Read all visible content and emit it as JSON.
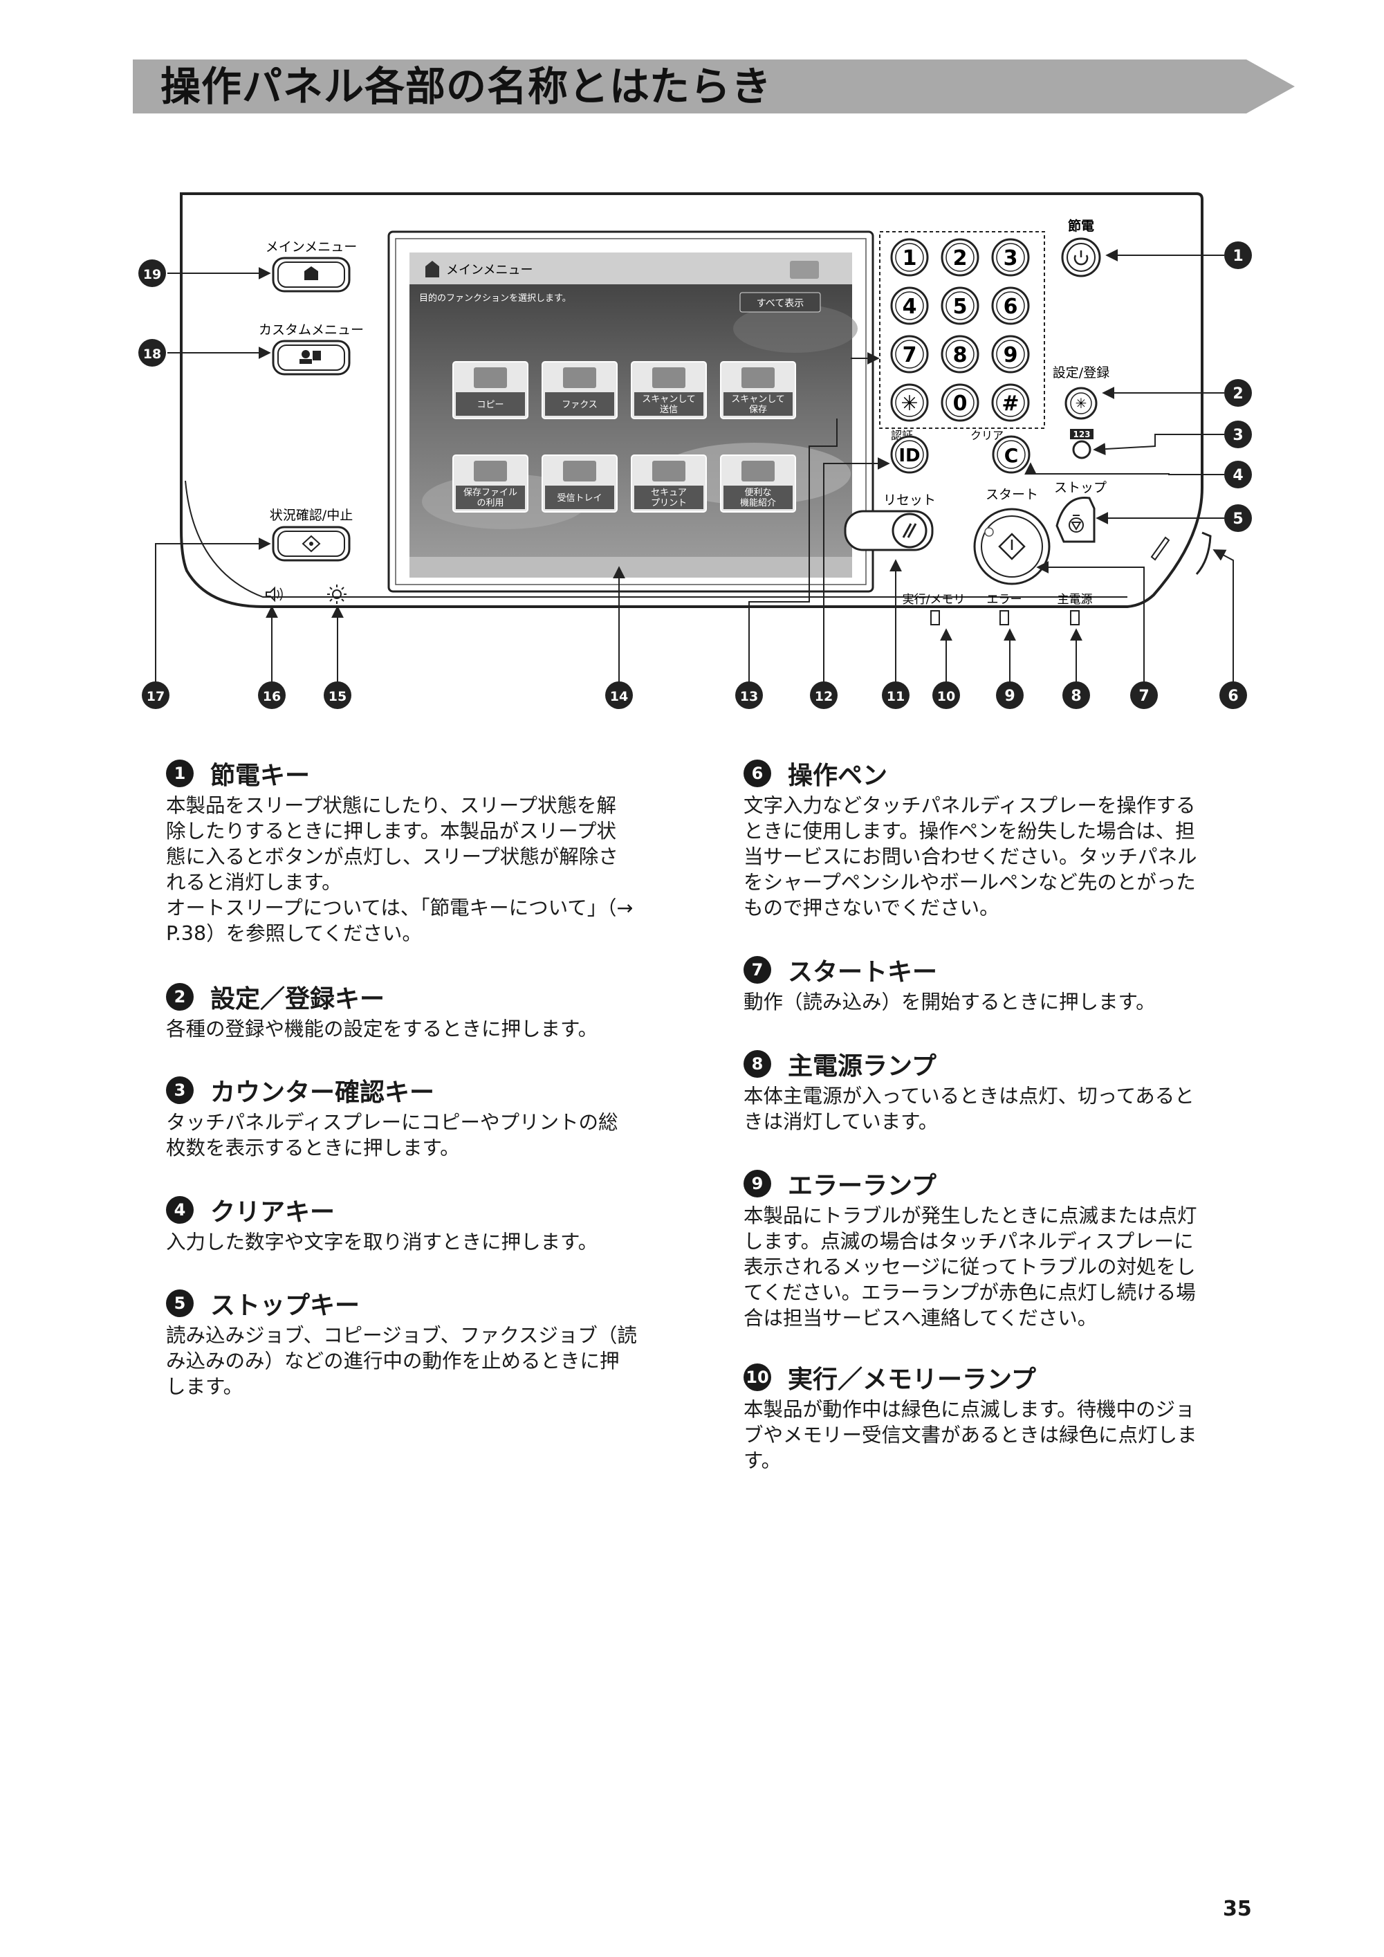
{
  "page_title": "操作パネル各部の名称とはたらき",
  "page_number": "35",
  "panel": {
    "main_menu_label": "メインメニュー",
    "custom_menu_label": "カスタムメニュー",
    "status_label": "状況確認/中止",
    "screen_title": "メインメニュー",
    "screen_subtitle": "目的のファンクションを選択します。",
    "show_all": "すべて表示",
    "tiles_row1": [
      "コピー",
      "ファクス",
      "スキャンして\n送信",
      "スキャンして\n保存"
    ],
    "tiles_row2": [
      "保存ファイル\nの利用",
      "受信トレイ",
      "セキュア\nプリント",
      "便利な\n機能紹介"
    ],
    "keypad": [
      "1",
      "2",
      "3",
      "4",
      "5",
      "6",
      "7",
      "8",
      "9",
      "✳",
      "0",
      "#"
    ],
    "power_label": "節電",
    "settings_label": "設定/登録",
    "counter_label": "123",
    "id_label": "認証",
    "id_key": "ID",
    "clear_label": "クリア",
    "clear_key": "C",
    "reset_label": "リセット",
    "start_label": "スタート",
    "stop_label": "ストップ",
    "lamp_labels": [
      "実行/メモリ",
      "エラー",
      "主電源"
    ],
    "callouts_right": [
      "1",
      "2",
      "3",
      "4",
      "5"
    ],
    "callouts_left": [
      "19",
      "18"
    ],
    "callouts_bottom": [
      "17",
      "16",
      "15",
      "14",
      "13",
      "12",
      "11",
      "10",
      "9",
      "8",
      "7",
      "6"
    ]
  },
  "sections": [
    {
      "num": "1",
      "title": "節電キー",
      "body": "本製品をスリープ状態にしたり、スリープ状態を解\n除したりするときに押します。本製品がスリープ状\n態に入るとボタンが点灯し、スリープ状態が解除さ\nれると消灯します。\nオートスリープについては、「節電キーについて」（→\nP.38）を参照してください。"
    },
    {
      "num": "2",
      "title": "設定／登録キー",
      "body": "各種の登録や機能の設定をするときに押します。"
    },
    {
      "num": "3",
      "title": "カウンター確認キー",
      "body": "タッチパネルディスプレーにコピーやプリントの総\n枚数を表示するときに押します。"
    },
    {
      "num": "4",
      "title": "クリアキー",
      "body": "入力した数字や文字を取り消すときに押します。"
    },
    {
      "num": "5",
      "title": "ストップキー",
      "body": "読み込みジョブ、コピージョブ、ファクスジョブ（読\nみ込みのみ）などの進行中の動作を止めるときに押\nします。"
    },
    {
      "num": "6",
      "title": "操作ペン",
      "body": "文字入力などタッチパネルディスプレーを操作する\nときに使用します。操作ペンを紛失した場合は、担\n当サービスにお問い合わせください。タッチパネル\nをシャープペンシルやボールペンなど先のとがった\nもので押さないでください。"
    },
    {
      "num": "7",
      "title": "スタートキー",
      "body": "動作（読み込み）を開始するときに押します。"
    },
    {
      "num": "8",
      "title": "主電源ランプ",
      "body": "本体主電源が入っているときは点灯、切ってあると\nきは消灯しています。"
    },
    {
      "num": "9",
      "title": "エラーランプ",
      "body": "本製品にトラブルが発生したときに点滅または点灯\nします。点滅の場合はタッチパネルディスプレーに\n表示されるメッセージに従ってトラブルの対処をし\nてください。エラーランプが赤色に点灯し続ける場\n合は担当サービスへ連絡してください。"
    },
    {
      "num": "10",
      "title": "実行／メモリーランプ",
      "body": "本製品が動作中は緑色に点滅します。待機中のジョ\nブやメモリー受信文書があるときは緑色に点灯しま\nす。"
    }
  ]
}
